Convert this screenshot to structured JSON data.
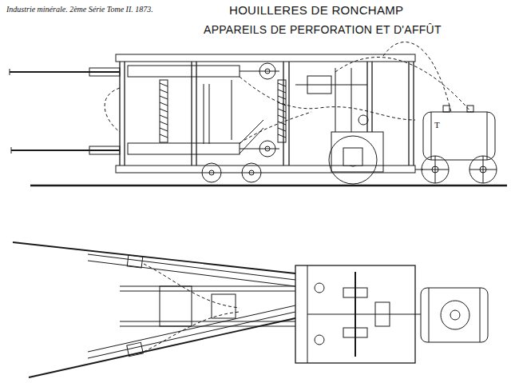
{
  "diagram": {
    "title": "HOUILLERES DE RONCHAMP",
    "labels": [
      "Industrie minérale. 2ème Série Tome II. 1873.",
      "APPAREILS DE PERFORATION ET D'AFFÛT",
      "T"
    ]
  }
}
